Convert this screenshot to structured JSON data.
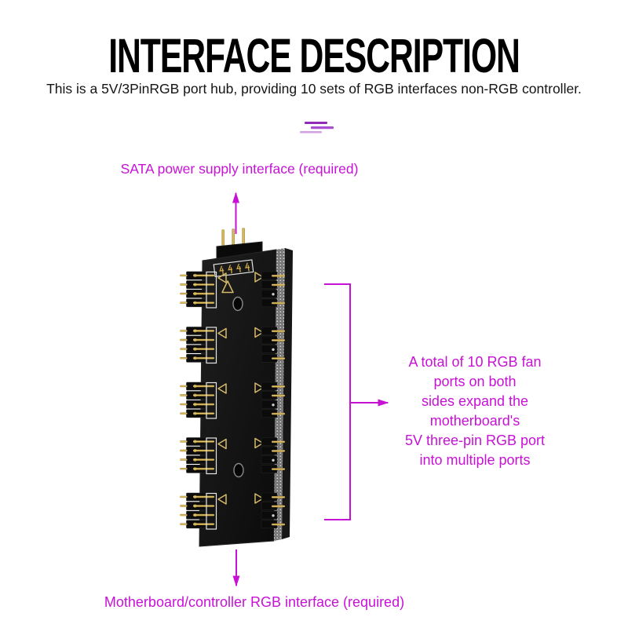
{
  "header": {
    "title": "INTERFACE DESCRIPTION",
    "subtitle": "This is a 5V/3PinRGB port hub, providing 10 sets of RGB interfaces non-RGB controller."
  },
  "annotations": {
    "sata_label": "SATA power supply interface (required)",
    "ports_lines": [
      "A total of 10 RGB fan",
      "ports on both",
      "sides expand the",
      "motherboard's",
      "5V three-pin RGB port",
      "into multiple ports"
    ],
    "motherboard_label": "Motherboard/controller RGB interface (required)"
  },
  "colors": {
    "accent": "#c712d6",
    "title_black": "#000000",
    "pcb_black": "#121212",
    "pcb_edge_grey": "#6e6e6e",
    "pin_gold": "#cfa53c",
    "deco_line_1": "#8f2bb8",
    "deco_line_2": "#aa4fd0",
    "deco_line_3": "#d3a4e4"
  },
  "figure": {
    "name": "5V 3-pin RGB hub PCB",
    "left_ports": 5,
    "right_ports": 5,
    "total_ports": 10,
    "power_input_pins": 3
  }
}
